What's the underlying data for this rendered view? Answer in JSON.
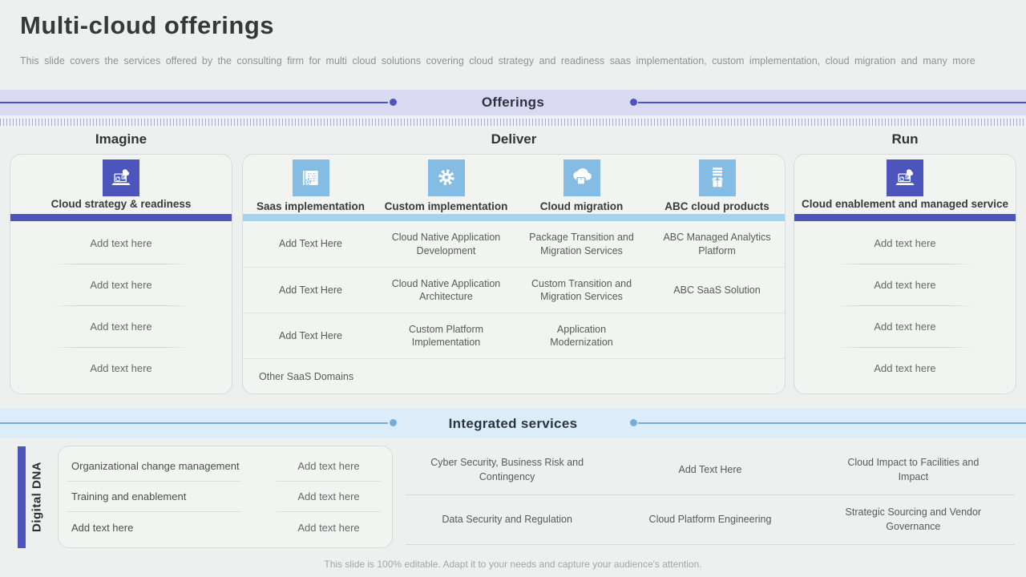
{
  "slide": {
    "title": "Multi-cloud offerings",
    "subtitle": "This slide covers the services offered by the consulting firm for multi cloud solutions covering cloud strategy and readiness saas implementation, custom implementation, cloud migration and many more",
    "footer": "This slide is 100% editable. Adapt it to your needs and capture your audience's attention."
  },
  "colors": {
    "indigo_accent": "#4b55bc",
    "light_blue_accent": "#85bce4",
    "offerings_band": "#d9daf1",
    "integrated_band": "#dcedf9"
  },
  "offerings": {
    "banner": "Offerings",
    "imagine": {
      "header": "Imagine",
      "icon": "laptop-cloud-icon",
      "title": "Cloud strategy & readiness",
      "rows": [
        "Add text here",
        "Add text here",
        "Add text here",
        "Add text here"
      ]
    },
    "deliver": {
      "header": "Deliver",
      "columns": [
        {
          "icon": "blueprint-gear-icon",
          "label": "Saas implementation"
        },
        {
          "icon": "gear-icon",
          "label": "Custom implementation"
        },
        {
          "icon": "cloud-package-icon",
          "label": "Cloud migration"
        },
        {
          "icon": "server-box-icon",
          "label": "ABC cloud products"
        }
      ],
      "rows": [
        [
          "Add Text Here",
          "Cloud Native Application Development",
          "Package Transition and Migration Services",
          "ABC Managed Analytics Platform"
        ],
        [
          "Add Text Here",
          "Cloud Native Application Architecture",
          "Custom Transition and Migration Services",
          "ABC SaaS Solution"
        ],
        [
          "Add Text Here",
          "Custom Platform Implementation",
          "Application Modernization",
          ""
        ]
      ],
      "footer_row": "Other SaaS Domains"
    },
    "run": {
      "header": "Run",
      "icon": "laptop-cloud-icon",
      "title": "Cloud enablement and managed service",
      "rows": [
        "Add text here",
        "Add text here",
        "Add text here",
        "Add text here"
      ]
    }
  },
  "integrated": {
    "banner": "Integrated services",
    "digital_dna": {
      "label": "Digital DNA",
      "rows": [
        {
          "left": "Organizational change management",
          "right": "Add text here"
        },
        {
          "left": "Training and enablement",
          "right": "Add text here"
        },
        {
          "left": "Add text here",
          "right": "Add text here"
        }
      ]
    },
    "grid": [
      [
        "Cyber Security, Business Risk and Contingency",
        "Add Text Here",
        "Cloud Impact to Facilities and Impact"
      ],
      [
        "Data Security and Regulation",
        "Cloud Platform Engineering",
        "Strategic Sourcing and Vendor Governance"
      ]
    ]
  }
}
